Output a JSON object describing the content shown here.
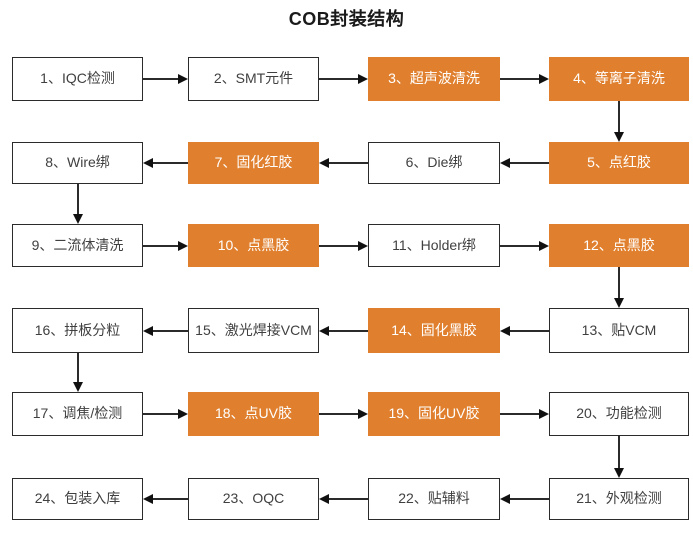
{
  "title": "COB封装结构",
  "colors": {
    "highlight_fill": "#E0802F",
    "highlight_text": "#FFFFFF",
    "box_border": "#2B2B2B",
    "box_text": "#404040",
    "arrow_line": "#2B2B2B",
    "arrow_head": "#111111",
    "background": "#FFFFFF",
    "title_text": "#1A1A1A"
  },
  "flow": {
    "pattern": "serpentine",
    "rows": 6,
    "cols": 4,
    "direction_first_row": "left-to-right"
  },
  "steps": [
    {
      "label": "1、IQC检测",
      "highlighted": false
    },
    {
      "label": "2、SMT元件",
      "highlighted": false
    },
    {
      "label": "3、超声波清洗",
      "highlighted": true
    },
    {
      "label": "4、等离子清洗",
      "highlighted": true
    },
    {
      "label": "5、点红胶",
      "highlighted": true
    },
    {
      "label": "6、Die绑",
      "highlighted": false
    },
    {
      "label": "7、固化红胶",
      "highlighted": true
    },
    {
      "label": "8、Wire绑",
      "highlighted": false
    },
    {
      "label": "9、二流体清洗",
      "highlighted": false
    },
    {
      "label": "10、点黑胶",
      "highlighted": true
    },
    {
      "label": "11、Holder绑",
      "highlighted": false
    },
    {
      "label": "12、点黑胶",
      "highlighted": true
    },
    {
      "label": "13、贴VCM",
      "highlighted": false
    },
    {
      "label": "14、固化黑胶",
      "highlighted": true
    },
    {
      "label": "15、激光焊接VCM",
      "highlighted": false
    },
    {
      "label": "16、拼板分粒",
      "highlighted": false
    },
    {
      "label": "17、调焦/检测",
      "highlighted": false
    },
    {
      "label": "18、点UV胶",
      "highlighted": true
    },
    {
      "label": "19、固化UV胶",
      "highlighted": true
    },
    {
      "label": "20、功能检测",
      "highlighted": false
    },
    {
      "label": "21、外观检测",
      "highlighted": false
    },
    {
      "label": "22、贴辅料",
      "highlighted": false
    },
    {
      "label": "23、OQC",
      "highlighted": false
    },
    {
      "label": "24、包装入库",
      "highlighted": false
    }
  ]
}
